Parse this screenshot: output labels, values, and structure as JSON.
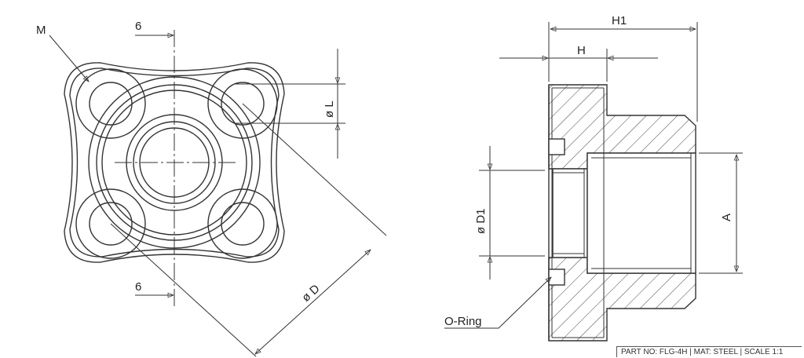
{
  "labels": {
    "m": "M",
    "six_top": "6",
    "six_bottom": "6",
    "phi_l": "ø L",
    "phi_d": "ø D",
    "h1": "H1",
    "h": "H",
    "phi_d1": "ø D1",
    "a": "A",
    "o_ring": "O-Ring"
  },
  "title_block": "PART NO: FLG-4H | MAT: STEEL | SCALE 1:1"
}
